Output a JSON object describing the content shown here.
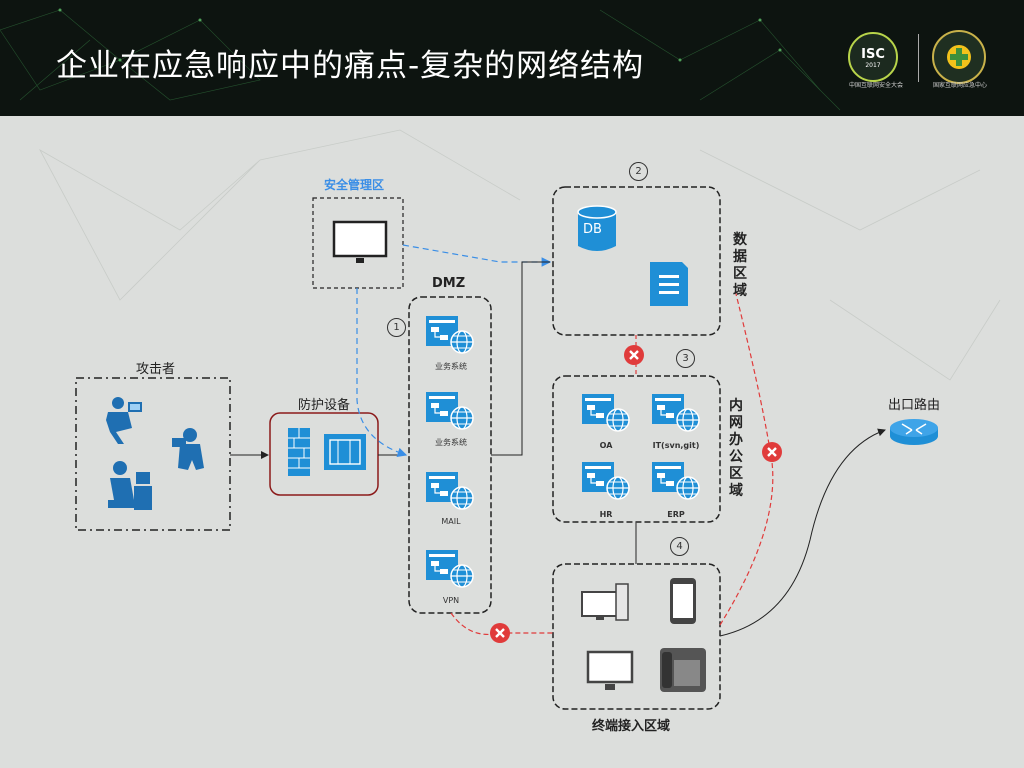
{
  "slide": {
    "title": "企业在应急响应中的痛点-复杂的网络结构"
  },
  "logos": {
    "isc_text": "ISC",
    "isc_year": "2017",
    "isc_caption": "中国互联网安全大会",
    "emblem_caption": "国家互联网应急中心"
  },
  "zones": {
    "attacker": "攻击者",
    "protection": "防护设备",
    "security_mgmt": "安全管理区",
    "dmz": "DMZ",
    "data_zone": "数据区域",
    "intranet_zone": "内网办公区域",
    "terminal_zone": "终端接入区域",
    "exit_router": "出口路由"
  },
  "numbers": {
    "n1": "1",
    "n2": "2",
    "n3": "3",
    "n4": "4"
  },
  "dmz_servers": [
    "业务系统",
    "业务系统",
    "MAIL",
    "VPN"
  ],
  "intranet_servers": [
    "OA",
    "IT(svn,git)",
    "HR",
    "ERP"
  ],
  "db_label": "DB",
  "colors": {
    "header_bg": "#0d1410",
    "accent_blue": "#1f8fd6",
    "mgmt_label": "#3a8ee6",
    "danger_red": "#e03b3b",
    "firewall_red": "#8b1a1a"
  }
}
